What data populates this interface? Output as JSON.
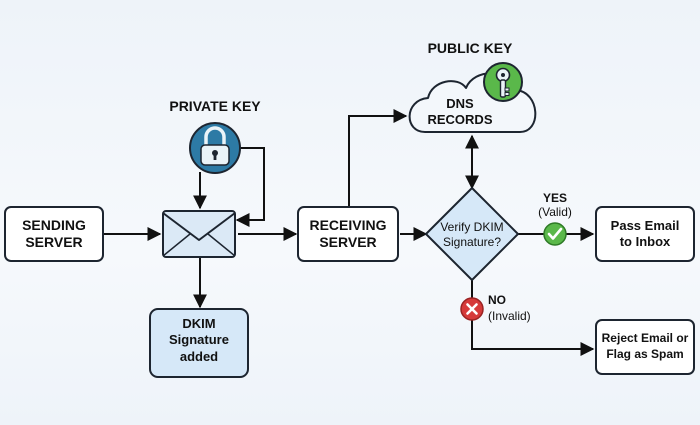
{
  "nodes": {
    "sending_server": [
      "SENDING",
      "SERVER"
    ],
    "private_key": "PRIVATE KEY",
    "dkim_signature": [
      "DKIM",
      "Signature",
      "added"
    ],
    "receiving_server": [
      "RECEIVING",
      "SERVER"
    ],
    "public_key": "PUBLIC KEY",
    "dns_records": [
      "DNS",
      "RECORDS"
    ],
    "verify": [
      "Verify DKIM",
      "Signature?"
    ],
    "pass": [
      "Pass Email",
      "to Inbox"
    ],
    "reject": [
      "Reject Email or",
      "Flag as Spam"
    ]
  },
  "branches": {
    "yes": "YES",
    "yes_sub": "(Valid)",
    "no": "NO",
    "no_sub": "(Invalid)"
  },
  "colors": {
    "node_fill": "#ffffff",
    "node_stroke": "#1d2530",
    "accent_blue": "#cfe2f6",
    "accent_green": "#5ab84a",
    "accent_red": "#d63a3a"
  },
  "icons": [
    "padlock-icon",
    "envelope-icon",
    "cloud-icon",
    "key-icon",
    "check-icon",
    "cross-icon"
  ]
}
